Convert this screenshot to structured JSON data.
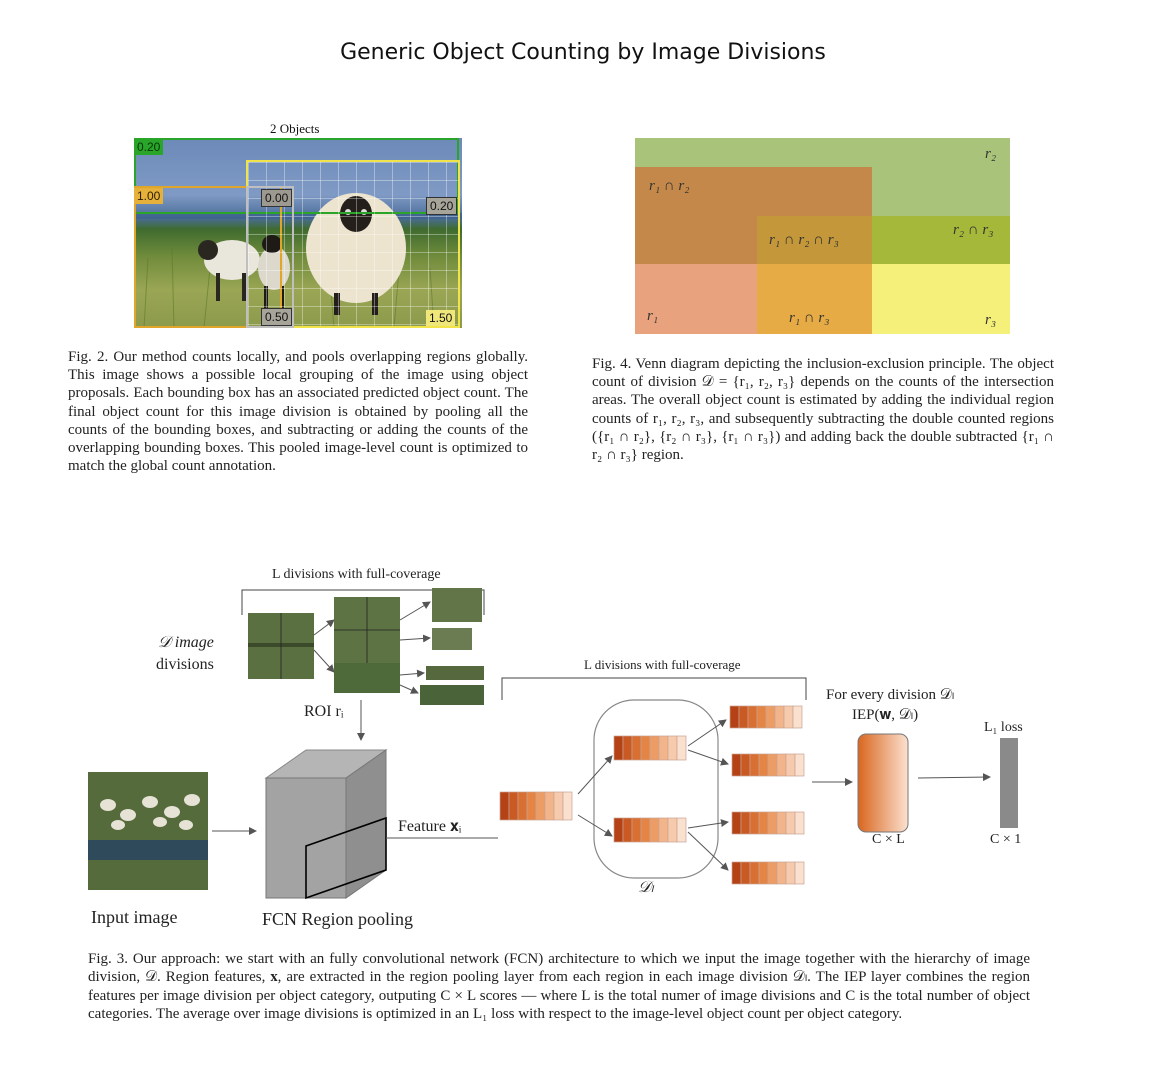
{
  "page": {
    "title": "Generic Object Counting by Image Divisions"
  },
  "fig2": {
    "header": "2 Objects",
    "box_values": {
      "green": "0.20",
      "orange": "1.00",
      "gray_top": "0.00",
      "gray_right": "0.20",
      "gray_bottom": "0.50",
      "yellow_bottom": "1.50"
    },
    "caption": "Fig. 2.  Our method counts locally, and pools overlapping regions globally. This image shows a possible local grouping of the image using object proposals. Each bounding box has an associated predicted object count. The final object count for this image division is obtained by pooling all the counts of the bounding boxes, and subtracting or adding the counts of the overlapping bounding boxes. This pooled image-level count is optimized to match the global count annotation."
  },
  "fig4": {
    "labels": {
      "r2": "r₂",
      "r1r2": "r₁ ∩ r₂",
      "r1r2r3": "r₁ ∩ r₂ ∩ r₃",
      "r2r3": "r₂ ∩ r₃",
      "r1": "r₁",
      "r1r3": "r₁ ∩ r₃",
      "r3": "r₃"
    },
    "colors": {
      "r2": "#a9c47a",
      "r1": "#e8a27e",
      "r1r2": "#c4894a",
      "r2r3": "#a6b83a",
      "r1r2r3": "#c4983a",
      "r1r3": "#e6ab45",
      "r3": "#f4f07a"
    },
    "caption": "Fig. 4.  Venn diagram depicting the inclusion-exclusion principle. The object count of division 𝒟 = {r₁, r₂, r₃} depends on the counts of the intersection areas. The overall object count is estimated by adding the individual region counts of r₁, r₂, r₃, and subsequently subtracting the double counted regions ({r₁ ∩ r₂}, {r₂ ∩ r₃}, {r₁ ∩ r₃}) and adding back the double subtracted {r₁ ∩ r₂ ∩ r₃} region."
  },
  "fig3": {
    "top_brace_label": "L divisions with full-coverage",
    "d_image": "𝒟 image",
    "divisions": "divisions",
    "roi": "ROI rᵢ",
    "feature": "Feature 𝐱ᵢ",
    "mid_brace_label": "L divisions with full-coverage",
    "for_every": "For every division 𝒟ₗ",
    "iep": "IEP(𝐰, 𝒟ₗ)",
    "l1_loss": "L₁ loss",
    "c_times_l": "C × L",
    "c_times_1": "C × 1",
    "d_l": "𝒟ₗ",
    "input_image": "Input image",
    "fcn": "FCN Region pooling",
    "caption": "Fig. 3.  Our approach: we start with an fully convolutional network (FCN) architecture to which we input the image together with the hierarchy of image division, 𝒟. Region features, 𝐱, are extracted in the region pooling layer from each region in each image division 𝒟ₗ. The IEP layer combines the region features per image division per object category, outputing C × L scores — where L is the total numer of image divisions and C is the total number of object categories. The average over image divisions is optimized in an L₁ loss with respect to the image-level object count per object category."
  }
}
